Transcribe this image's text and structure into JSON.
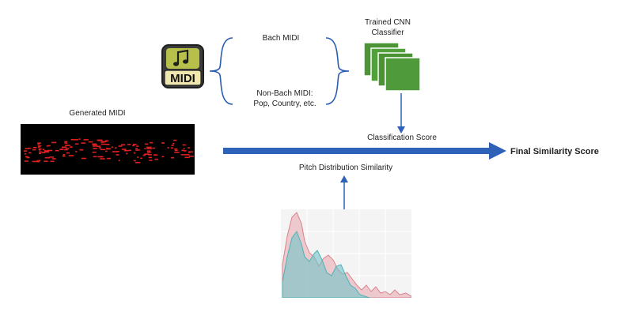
{
  "labels": {
    "bach": "Bach MIDI",
    "non_bach_line1": "Non-Bach MIDI:",
    "non_bach_line2": "Pop, Country, etc.",
    "cnn_line1": "Trained CNN",
    "cnn_line2": "Classifier",
    "classification_score": "Classification Score",
    "generated_midi": "Generated MIDI",
    "final_score": "Final Similarity Score",
    "pitch_similarity": "Pitch Distribution Similarity"
  },
  "icon": {
    "midi_text": "MIDI",
    "name": "midi-file-icon"
  },
  "colors": {
    "arrow_blue": "#2e62b8",
    "cnn_green": "#4f9a3a",
    "pianoroll_red": "#e02020",
    "hist_pink": "#e8a6ad",
    "hist_teal": "#6fc5c8"
  }
}
